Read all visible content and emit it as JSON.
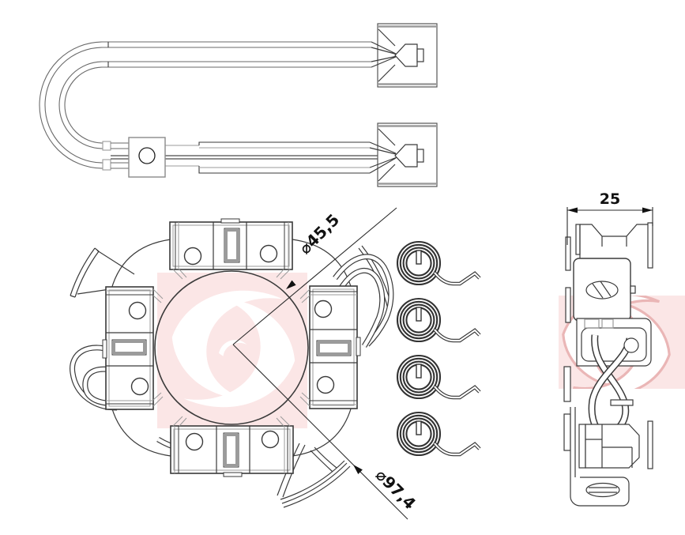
{
  "dimensions": {
    "inner_diameter_label": "⌀45,5",
    "outer_diameter_label": "⌀97,4",
    "width_label": "25"
  },
  "colors": {
    "background": "#ffffff",
    "line_dark": "#3a3a3a",
    "line_light": "#9b9b9b",
    "dimension_text": "#111111",
    "watermark_pink": "#fbe6e6",
    "watermark_outline": "#eab6b6"
  }
}
